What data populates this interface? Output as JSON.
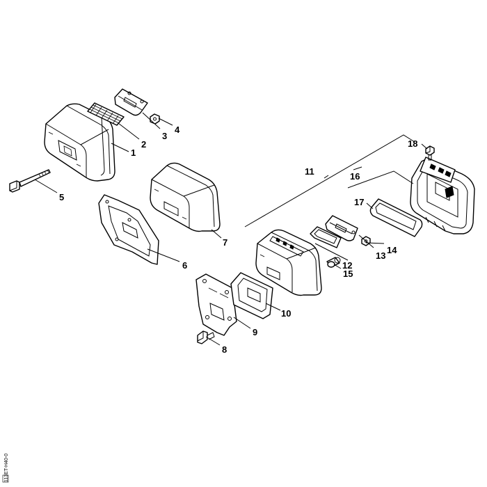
{
  "callouts": {
    "c1": "1",
    "c2": "2",
    "c3": "3",
    "c4": "4",
    "c5": "5",
    "c6": "6",
    "c7": "7",
    "c8": "8",
    "c9": "9",
    "c10": "10",
    "c11": "11",
    "c12": "12",
    "c13": "13",
    "c14": "14",
    "c15": "15",
    "c16": "16",
    "c17": "17",
    "c18": "18"
  },
  "drawing_code": "113ET-H40-0"
}
